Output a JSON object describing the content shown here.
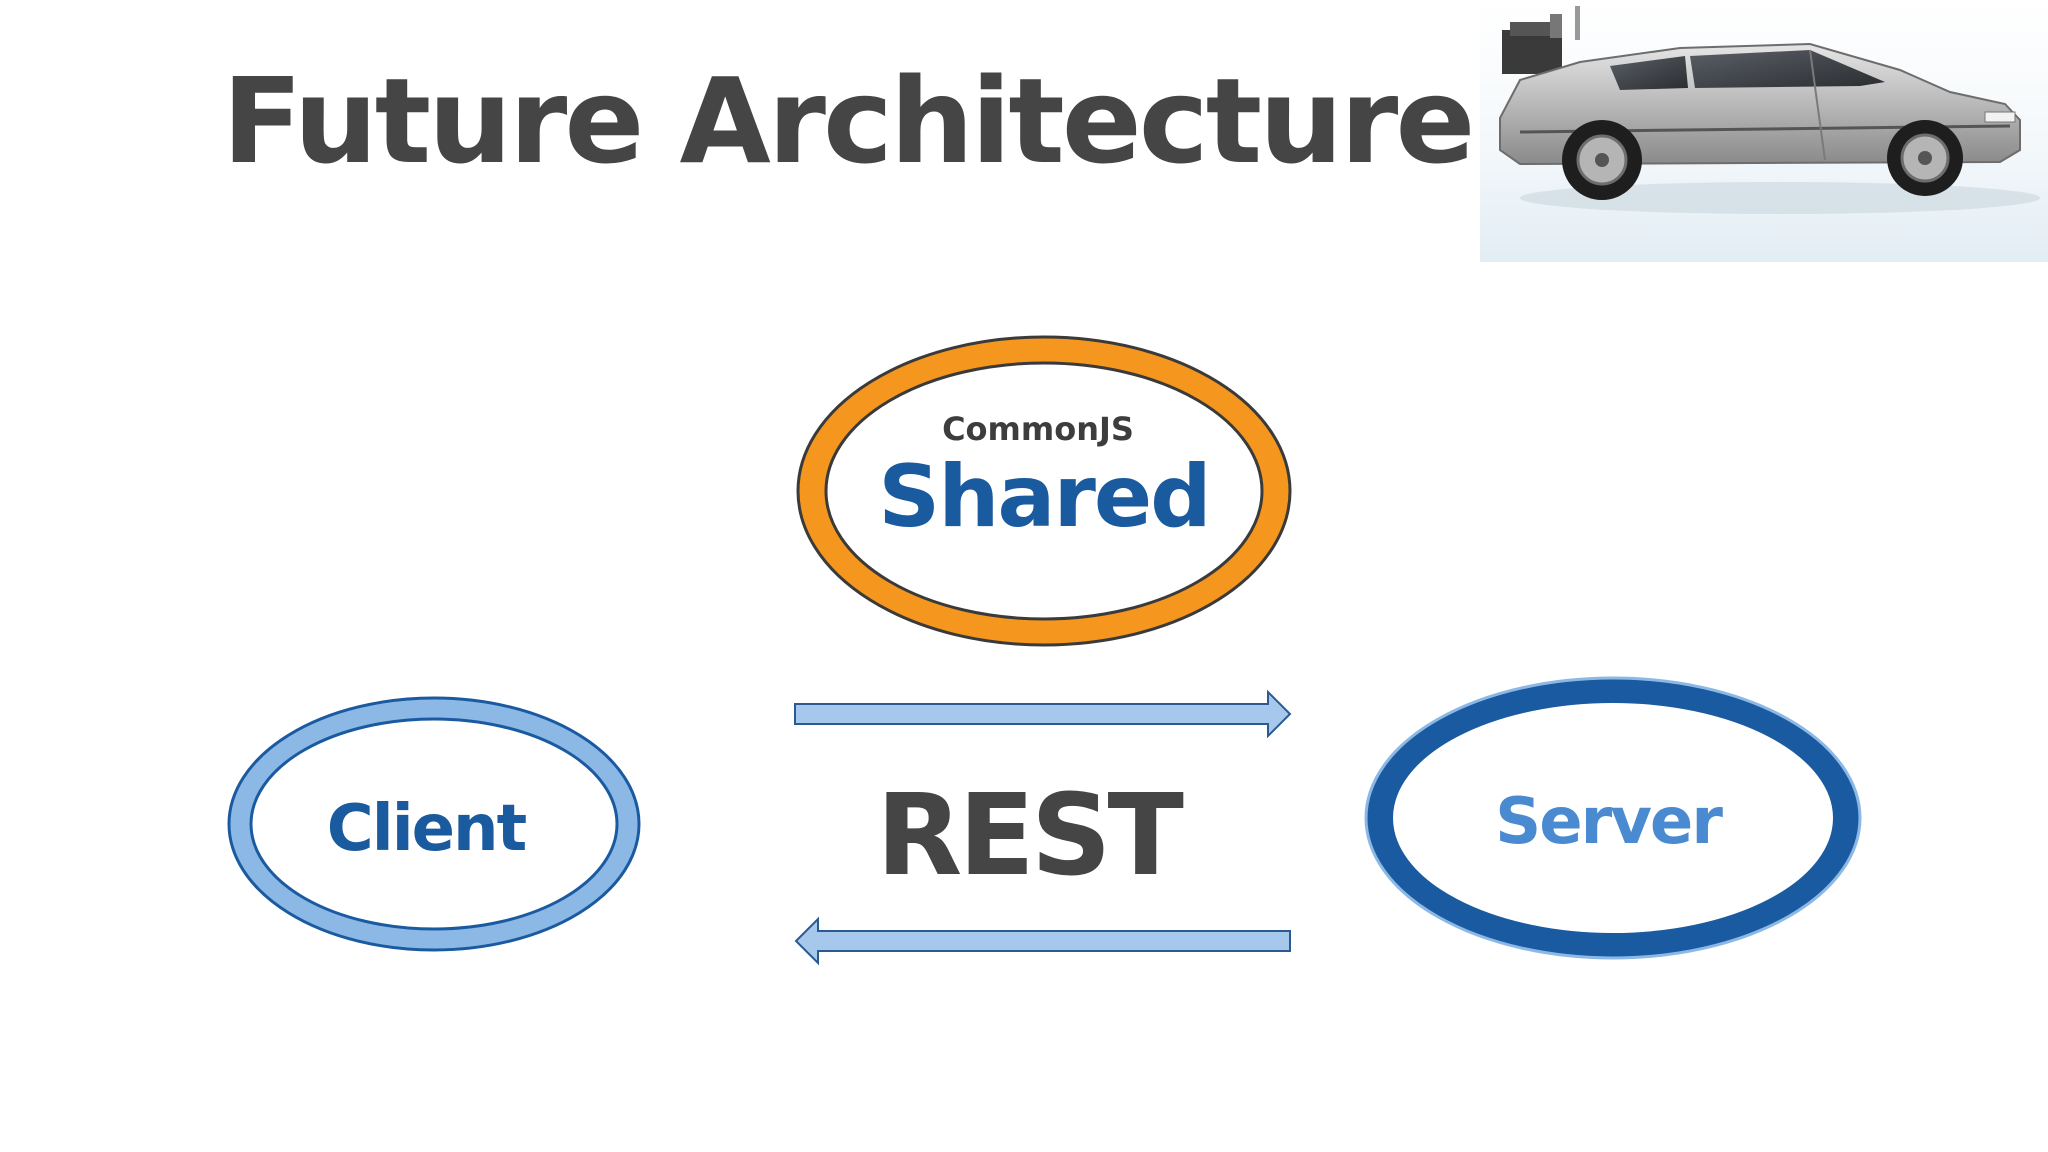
{
  "slide": {
    "title": "Future Architecture"
  },
  "diagram": {
    "shared": {
      "caption": "CommonJS",
      "label": "Shared",
      "ring_color": "#f5961e",
      "text_color": "#1a5a9e"
    },
    "client": {
      "label": "Client",
      "ring_color": "#8cb8e6",
      "text_color": "#1a5a9e"
    },
    "server": {
      "label": "Server",
      "ring_color": "#1a5aa0",
      "text_color": "#4a8ad0"
    },
    "connection": {
      "label": "REST",
      "arrow_color": "#a6c8ec"
    }
  },
  "image": {
    "name": "delorean-car-photo"
  }
}
